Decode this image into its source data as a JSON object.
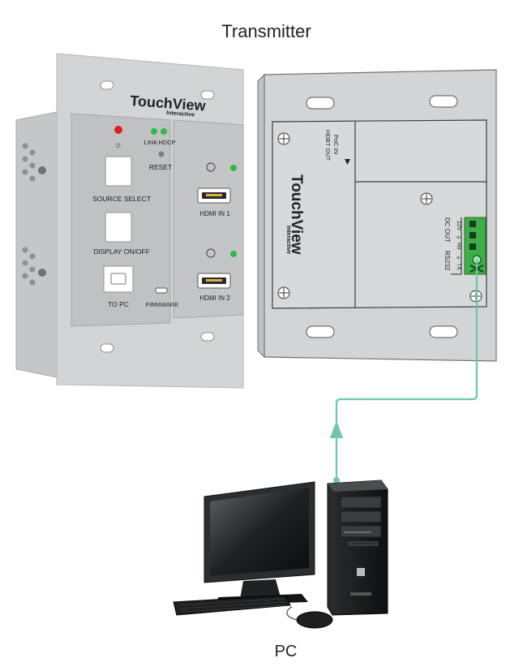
{
  "title": "Transmitter",
  "pc_label": "PC",
  "front_panel": {
    "brand": "TouchView",
    "brand_sub": "Interactive",
    "source_select": "SOURCE SELECT",
    "display_onoff": "DISPLAY ON/OFF",
    "to_pc": "TO PC",
    "link": "LINK",
    "hdcp": "HDCP",
    "reset": "RESET",
    "firmware": "FIRMWARE",
    "hdmi_in1": "HDMI IN 1",
    "hdmi_in2": "HDMI IN 2"
  },
  "back_panel": {
    "brand": "TouchView",
    "brand_sub": "Interactive",
    "hdbt_out": "HDBT OUT",
    "poc_in": "PoC IN",
    "dc_out": "DC OUT",
    "rs232": "RS232",
    "pins": [
      "12V",
      "⏚",
      "Rx",
      "⏚",
      "TX"
    ]
  },
  "colors": {
    "cable": "#6cc8a8",
    "terminal": "#3fae49",
    "led_red": "#e02020",
    "led_green": "#2fb84a",
    "panel": "#d2d3d5",
    "panel_dark": "#bfc1c3"
  }
}
